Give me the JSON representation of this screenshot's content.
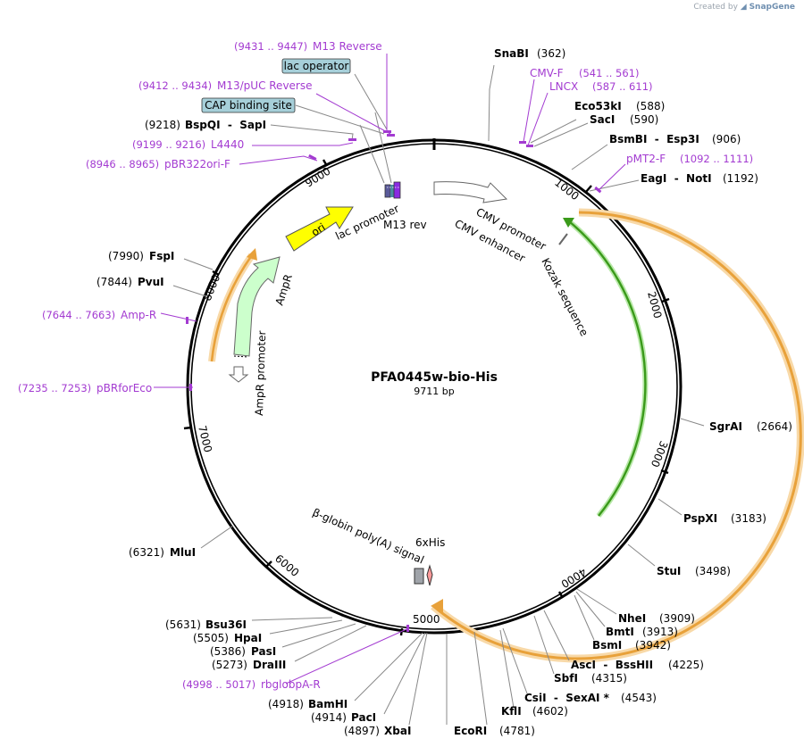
{
  "credit": {
    "prefix": "Created by",
    "brand": "SnapGene"
  },
  "plasmid": {
    "name": "PFA0445w-bio-His",
    "length_label": "9711 bp",
    "length": 9711
  },
  "colors": {
    "primer": "#a33bd1",
    "backbone": "#000000",
    "orange_feature": "#e8a13a",
    "green_feature": "#3a9a1a",
    "ori_yellow": "#ffff00",
    "ampR_green": "#ccffcc",
    "boxed_label_bg": "#a6cfd9"
  },
  "ticks": [
    "1000",
    "2000",
    "3000",
    "4000",
    "5000",
    "6000",
    "7000",
    "8000",
    "9000"
  ],
  "sites": [
    {
      "name": "SnaBI",
      "pos": "(362)"
    },
    {
      "name": "Eco53kI",
      "pos": "(588)"
    },
    {
      "name": "SacI",
      "pos": "(590)"
    },
    {
      "name": "BsmBI  -  Esp3I",
      "pos": "(906)"
    },
    {
      "name": "EagI  -  NotI",
      "pos": "(1192)"
    },
    {
      "name": "SgrAI",
      "pos": "(2664)"
    },
    {
      "name": "PspXI",
      "pos": "(3183)"
    },
    {
      "name": "StuI",
      "pos": "(3498)"
    },
    {
      "name": "NheI",
      "pos": "(3909)"
    },
    {
      "name": "BmtI",
      "pos": "(3913)"
    },
    {
      "name": "BsmI",
      "pos": "(3942)"
    },
    {
      "name": "AscI  -  BssHII",
      "pos": "(4225)"
    },
    {
      "name": "SbfI",
      "pos": "(4315)"
    },
    {
      "name": "CsiI  -  SexAI *",
      "pos": "(4543)"
    },
    {
      "name": "KflI",
      "pos": "(4602)"
    },
    {
      "name": "EcoRI",
      "pos": "(4781)"
    },
    {
      "name": "XbaI",
      "pos": "(4897)"
    },
    {
      "name": "PacI",
      "pos": "(4914)"
    },
    {
      "name": "BamHI",
      "pos": "(4918)"
    },
    {
      "name": "DraIII",
      "pos": "(5273)"
    },
    {
      "name": "PasI",
      "pos": "(5386)"
    },
    {
      "name": "HpaI",
      "pos": "(5505)"
    },
    {
      "name": "Bsu36I",
      "pos": "(5631)"
    },
    {
      "name": "MluI",
      "pos": "(6321)"
    },
    {
      "name": "PvuI",
      "pos": "(7844)"
    },
    {
      "name": "FspI",
      "pos": "(7990)"
    },
    {
      "name": "BspQI  -  SapI",
      "pos": "(9218)"
    }
  ],
  "primers": [
    {
      "name": "M13 Reverse",
      "range": "(9431 .. 9447)"
    },
    {
      "name": "M13/pUC Reverse",
      "range": "(9412 .. 9434)"
    },
    {
      "name": "L4440",
      "range": "(9199 .. 9216)"
    },
    {
      "name": "pBR322ori-F",
      "range": "(8946 .. 8965)"
    },
    {
      "name": "CMV-F",
      "range": "(541 .. 561)"
    },
    {
      "name": "LNCX",
      "range": "(587 .. 611)"
    },
    {
      "name": "pMT2-F",
      "range": "(1092 .. 1111)"
    },
    {
      "name": "Amp-R",
      "range": "(7644 .. 7663)"
    },
    {
      "name": "pBRforEco",
      "range": "(7235 .. 7253)"
    },
    {
      "name": "rbglobpA-R",
      "range": "(4998 .. 5017)"
    }
  ],
  "boxed_labels": [
    "lac operator",
    "CAP binding site"
  ],
  "features": {
    "lac_promoter": "lac promoter",
    "m13_rev": "M13 rev",
    "cmv_promoter": "CMV promoter",
    "cmv_enhancer": "CMV enhancer",
    "kozak": "Kozak sequence",
    "ori": "ori",
    "ampr": "AmpR",
    "ampr_promoter": "AmpR promoter",
    "beta_globin": "β-globin poly(A) signal",
    "sixhis": "6xHis"
  }
}
